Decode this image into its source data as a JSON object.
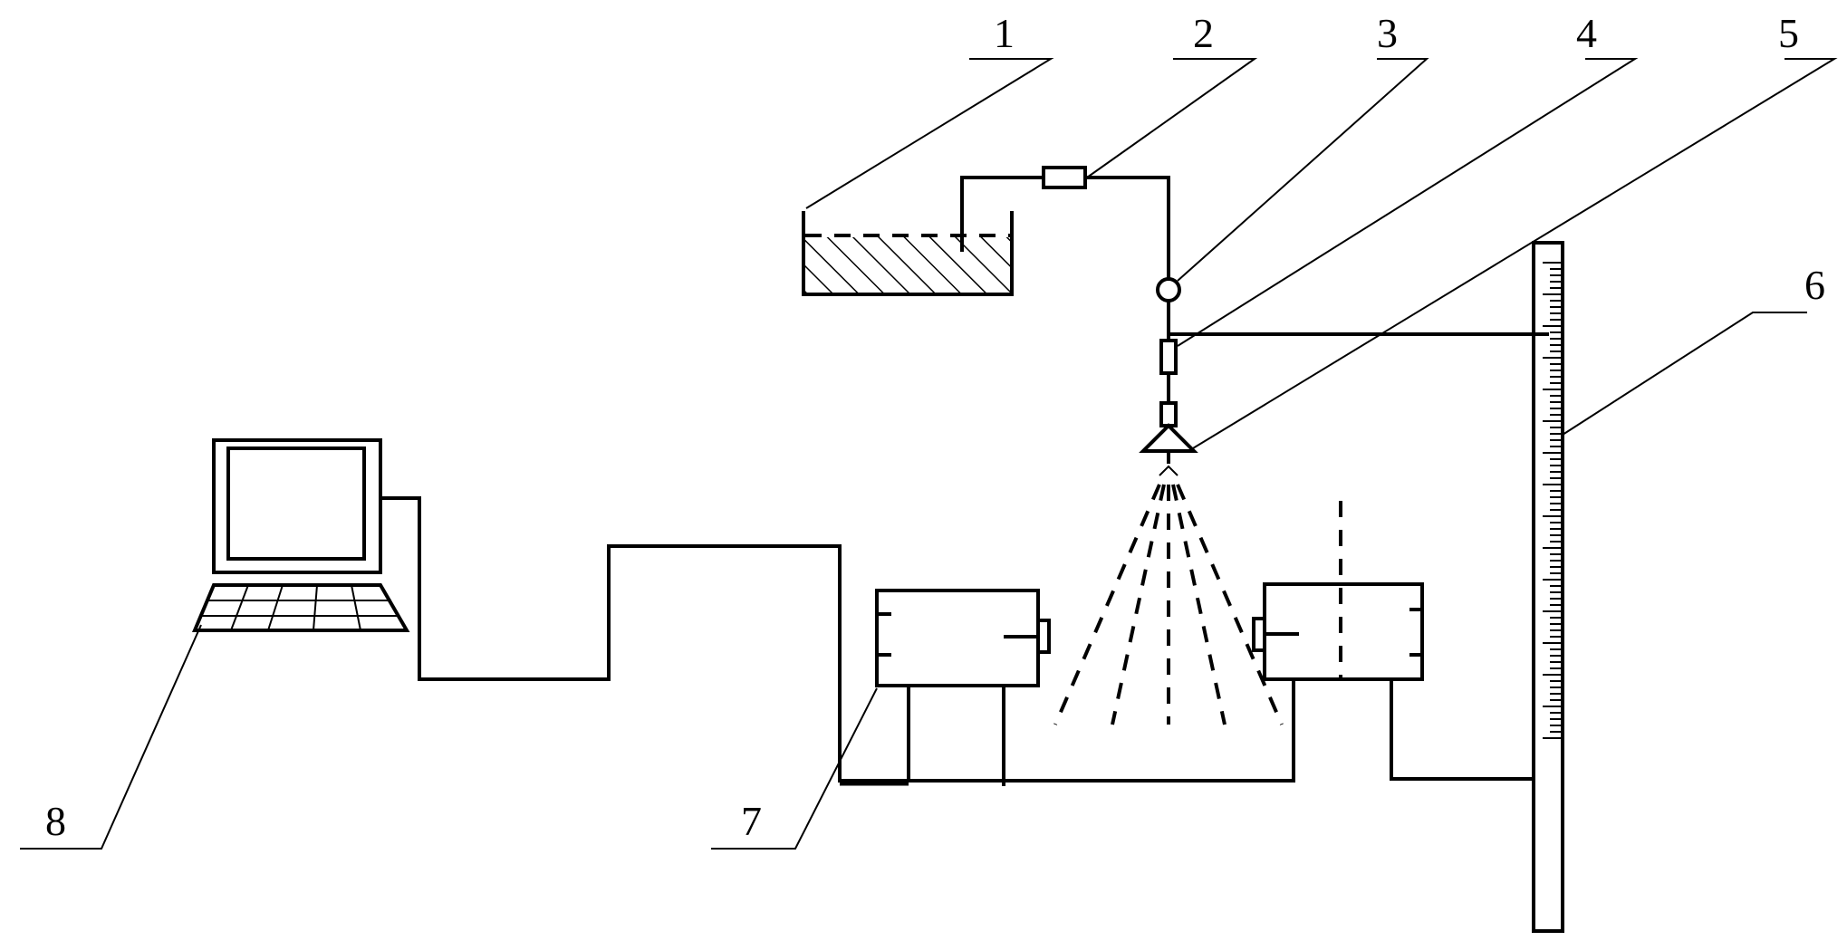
{
  "labels": {
    "l1": "1",
    "l2": "2",
    "l3": "3",
    "l4": "4",
    "l5": "5",
    "l6": "6",
    "l7": "7",
    "l8": "8"
  },
  "colors": {
    "ink": "#000000",
    "background": "#ffffff"
  },
  "icons": {
    "computer": "computer-icon",
    "nozzle": "nozzle-icon",
    "tank": "tank-icon",
    "scale": "ruler-icon"
  }
}
